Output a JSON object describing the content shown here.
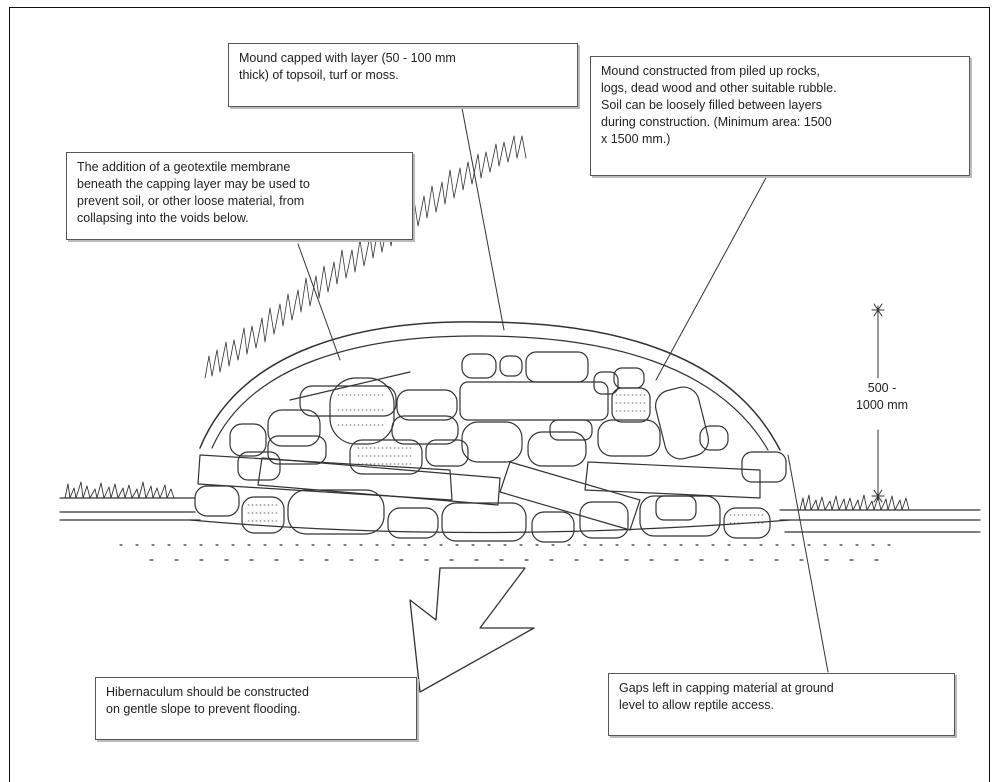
{
  "callouts": {
    "capping_layer": "Mound capped with layer (50 - 100 mm\nthick) of topsoil, turf or moss.",
    "mound_construction": "Mound constructed from piled up rocks,\nlogs, dead wood and other suitable rubble.\nSoil can be loosely filled between layers\nduring construction.  (Minimum area: 1500\nx 1500 mm.)",
    "geotextile": "The addition of a geotextile membrane\nbeneath the capping layer may be used to\nprevent soil, or other loose material, from\ncollapsing into the voids below.",
    "slope": "Hibernaculum should be constructed\non gentle slope to prevent flooding.",
    "gaps": "Gaps left in capping material at ground\nlevel to allow reptile access."
  },
  "dimension": {
    "height_label": "500 -\n1000 mm"
  },
  "icons": {
    "slope_arrow": "down-left-arrow-icon"
  }
}
